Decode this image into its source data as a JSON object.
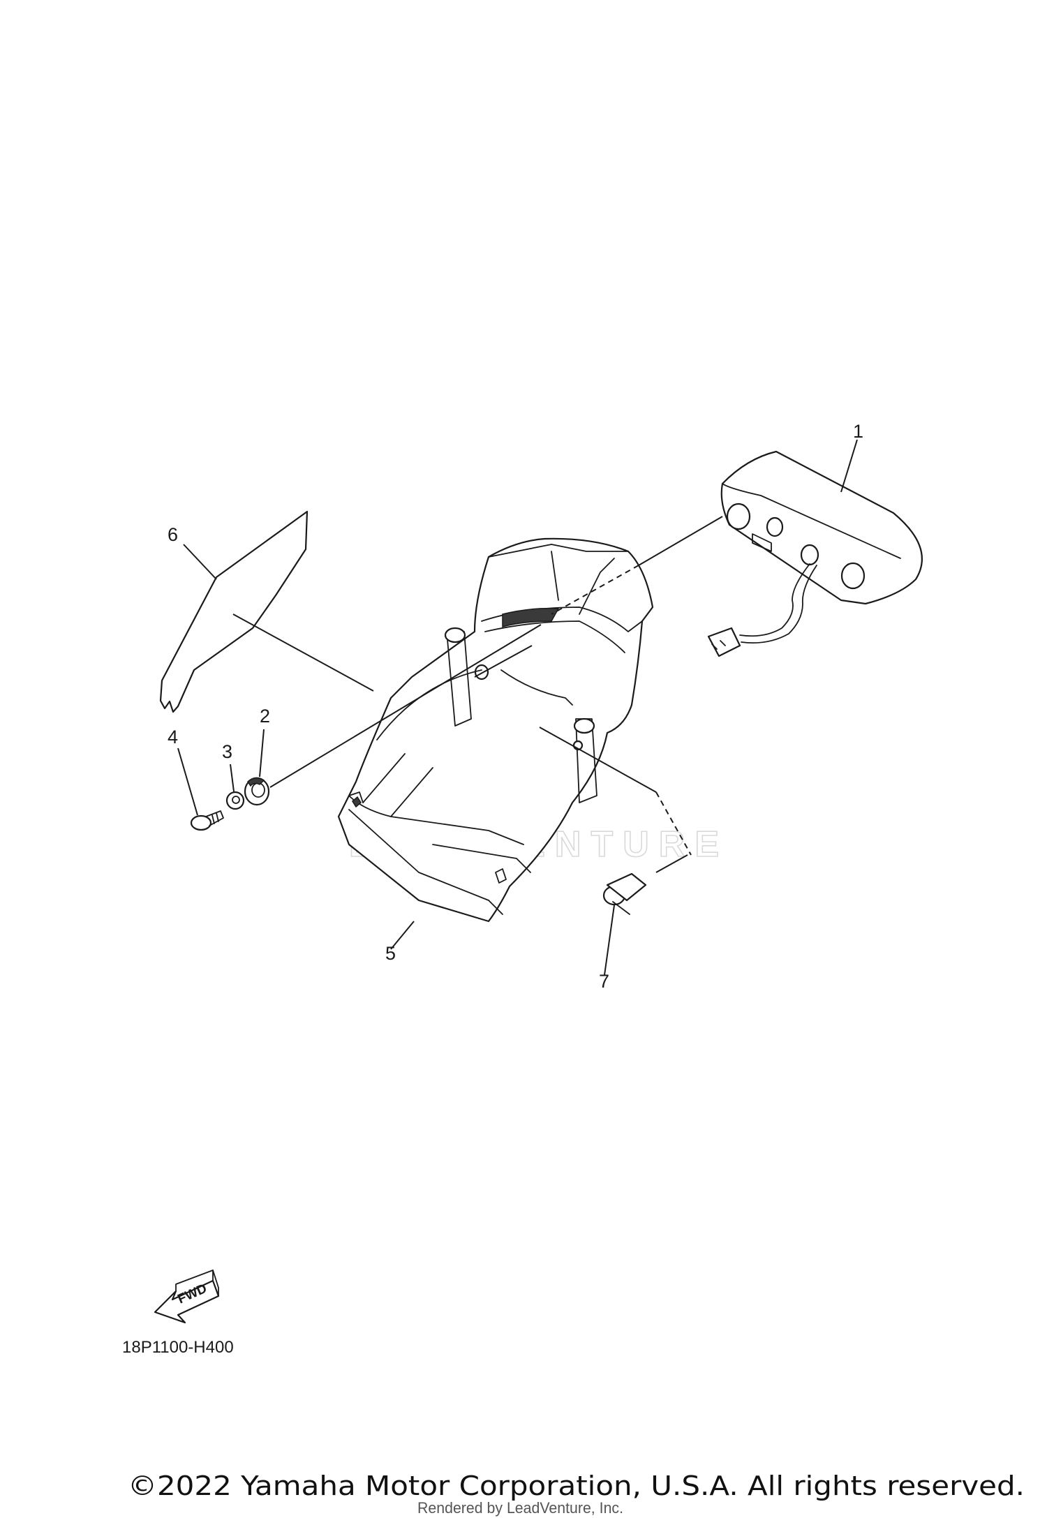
{
  "diagram": {
    "callouts": [
      "1",
      "2",
      "3",
      "4",
      "5",
      "6",
      "7"
    ],
    "forward_label": "FWD",
    "diagram_code": "18P1100-H400"
  },
  "footer": {
    "copyright": "©2022 Yamaha Motor Corporation, U.S.A. All rights reserved.",
    "rendered_by": "Rendered by LeadVenture, Inc."
  },
  "watermark": {
    "text": "LEADVENTURE"
  }
}
